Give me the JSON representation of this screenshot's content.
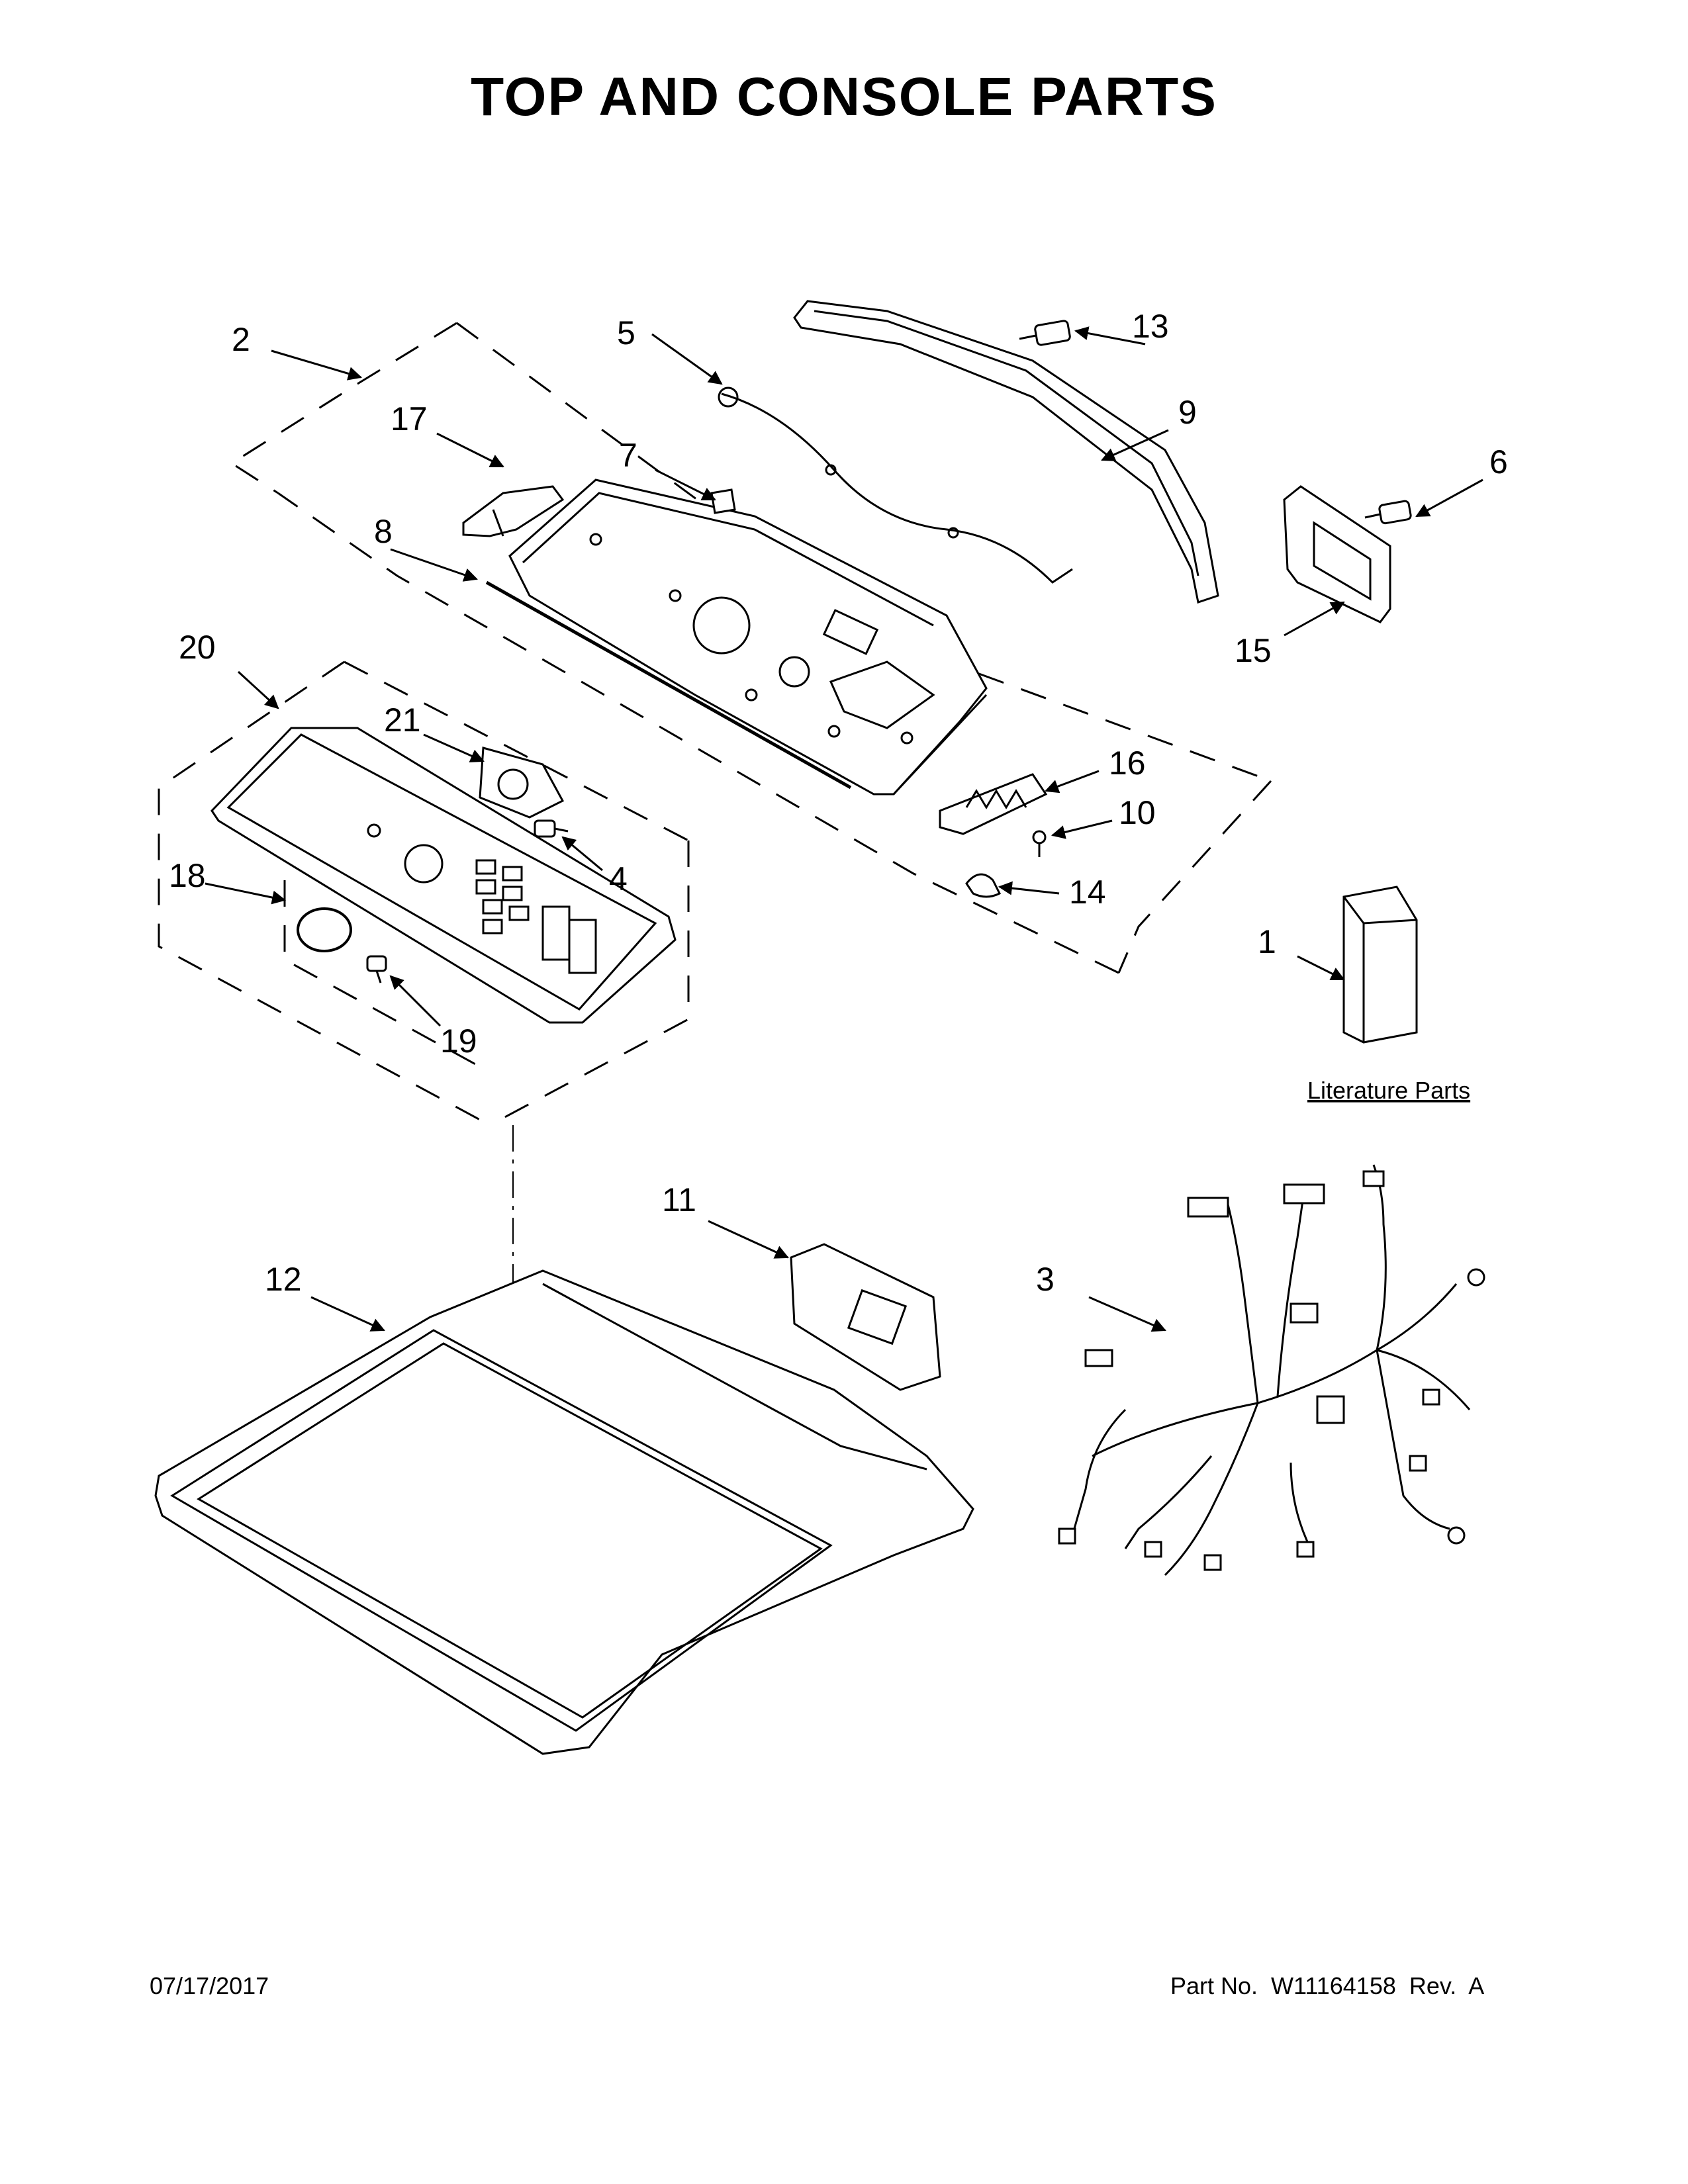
{
  "page": {
    "title": "TOP AND CONSOLE PARTS",
    "date": "07/17/2017",
    "part_number": "Part No.  W11164158  Rev.  A"
  },
  "callouts": [
    "1",
    "2",
    "3",
    "4",
    "5",
    "6",
    "7",
    "8",
    "9",
    "10",
    "11",
    "12",
    "13",
    "14",
    "15",
    "16",
    "17",
    "18",
    "19",
    "20",
    "21"
  ],
  "literature_label": "Literature Parts"
}
